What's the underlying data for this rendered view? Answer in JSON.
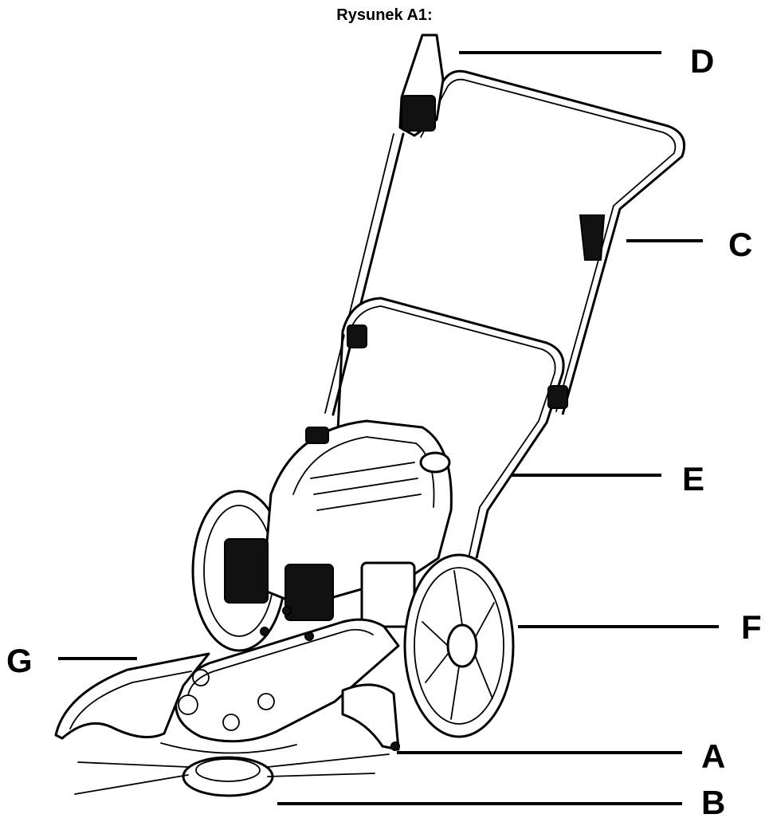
{
  "figure": {
    "title": "Rysunek A1:"
  },
  "callouts": [
    {
      "id": "D",
      "label": "D"
    },
    {
      "id": "C",
      "label": "C"
    },
    {
      "id": "E",
      "label": "E"
    },
    {
      "id": "F",
      "label": "F"
    },
    {
      "id": "G",
      "label": "G"
    },
    {
      "id": "A",
      "label": "A"
    },
    {
      "id": "B",
      "label": "B"
    }
  ]
}
